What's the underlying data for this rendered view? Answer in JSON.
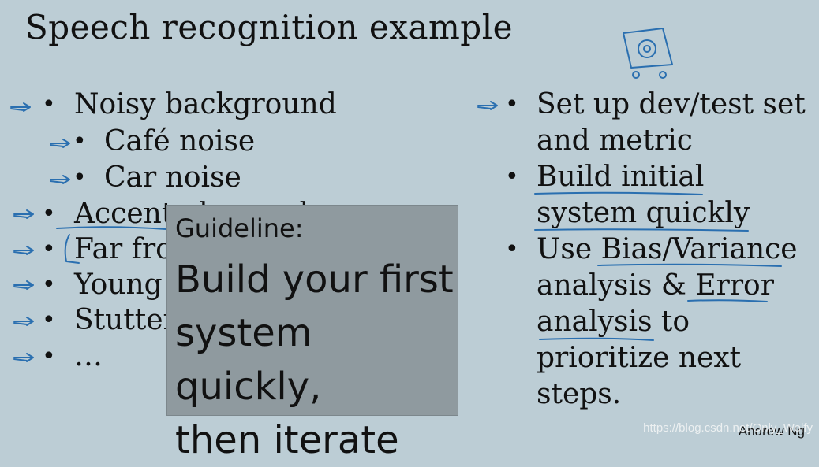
{
  "slide": {
    "title": "Speech recognition example",
    "left_items": [
      "Noisy background",
      "Café noise",
      "Car noise",
      "Accented speech",
      "Far from microphone",
      "Young children’s speech",
      "Stuttering",
      "…"
    ],
    "right_items": [
      "Set up dev/test set",
      "and metric",
      "Build initial",
      "system quickly",
      "Use Bias/Variance",
      "analysis & Error",
      "analysis to",
      "prioritize next",
      "steps."
    ],
    "guideline": {
      "heading": "Guideline:",
      "line1": "Build your first",
      "line2": "system quickly,",
      "line3": "then iterate"
    },
    "author": "Andrew Ng",
    "watermark": "https://blog.csdn.net/Only_Wolfy"
  },
  "colors": {
    "background": "#bccdd5",
    "ink": "#111111",
    "annotation_blue": "#2a6fb0",
    "guideline_box": "#8f9a9f"
  }
}
